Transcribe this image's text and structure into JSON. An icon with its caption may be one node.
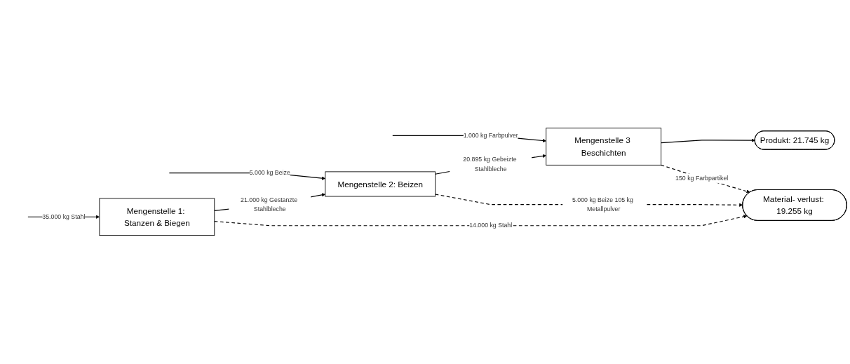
{
  "diagram": {
    "nodes": [
      {
        "text": [
          "Mengenstelle 1: Stanzen & Biegen"
        ]
      },
      {
        "text": [
          "Mengenstelle 2: Beizen"
        ]
      },
      {
        "text": [
          "Mengenstelle 3 Beschichten"
        ]
      },
      {
        "text": [
          "Produkt: 21.745 kg"
        ]
      },
      {
        "text": [
          "Material- verlust: 19.255 kg"
        ]
      }
    ],
    "edges": [
      {
        "from": null,
        "to": 0,
        "arrow": "to",
        "label": "35.000 kg Stahl"
      },
      {
        "from": 0,
        "to": 1,
        "arrow": "to",
        "label": "21.000 kg Gestanzte Stahlbleche"
      },
      {
        "from": null,
        "to": 1,
        "arrow": "to",
        "label": "5.000 kg Beize"
      },
      {
        "from": 1,
        "to": 2,
        "arrow": "to",
        "label": "20.895 kg Gebeizte Stahlbleche"
      },
      {
        "from": null,
        "to": 2,
        "arrow": "to",
        "label": "1.000 kg Farbpulver"
      },
      {
        "from": 2,
        "to": 3,
        "arrow": "to"
      },
      {
        "from": 0,
        "to": 4,
        "arrow": "to",
        "label": "14.000 kg Stahl",
        "style": "dashed"
      },
      {
        "from": 1,
        "to": 4,
        "arrow": "to",
        "label": "5.000 kg Beize 105 kg Metallpulver",
        "style": "dashed"
      },
      {
        "from": 2,
        "to": 4,
        "arrow": "to",
        "label": "150 kg Farbpartikel",
        "style": "dashed"
      }
    ]
  }
}
